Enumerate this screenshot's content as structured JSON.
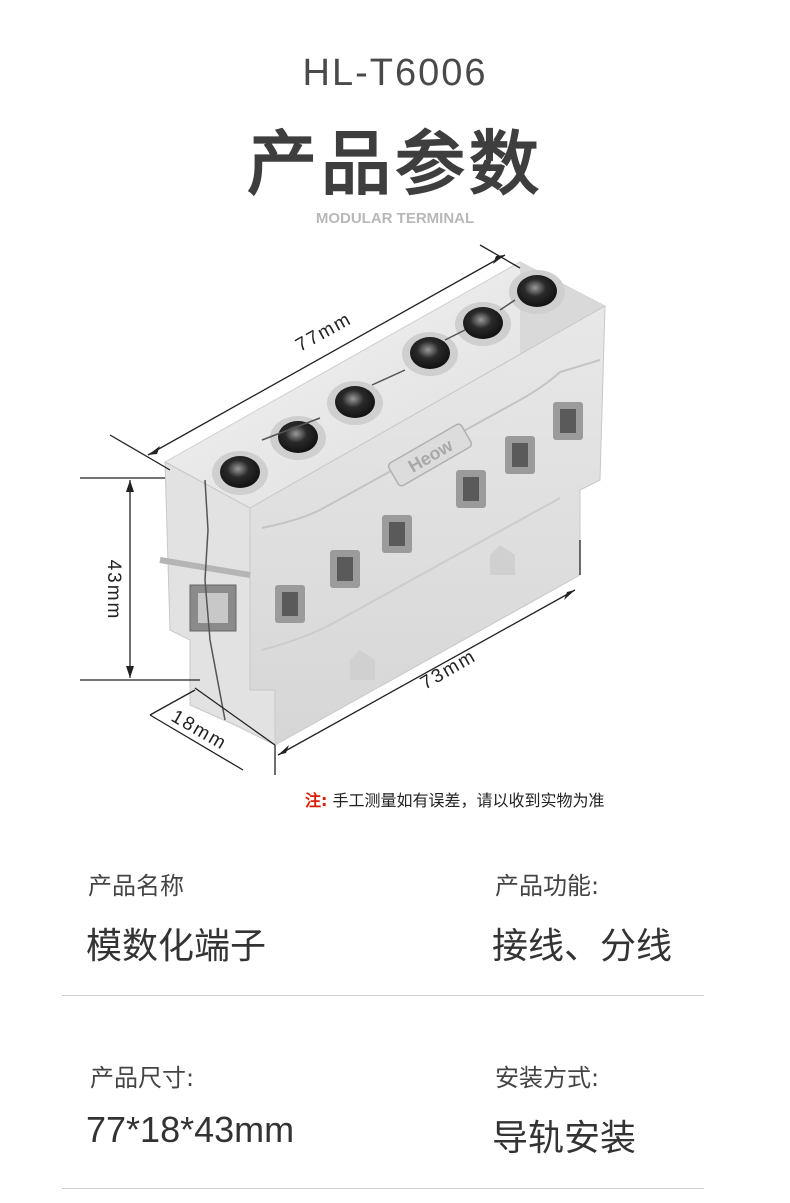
{
  "header": {
    "model": "HL-T6006",
    "title": "产品参数",
    "subtitle": "MODULAR TERMINAL"
  },
  "product": {
    "brand_mark": "Heow",
    "dimensions": {
      "length": "77mm",
      "height": "43mm",
      "width": "18mm",
      "rail_length": "73mm"
    }
  },
  "note": {
    "label": "注:",
    "text": "手工测量如有误差，请以收到实物为准"
  },
  "specs": {
    "name_label": "产品名称",
    "name_value": "模数化端子",
    "function_label": "产品功能:",
    "function_value": "接线、分线",
    "size_label": "产品尺寸:",
    "size_value": "77*18*43mm",
    "install_label": "安装方式:",
    "install_value": "导轨安装"
  },
  "colors": {
    "accent": "#d81e06",
    "body": "#e6e6e6",
    "divider": "#cfcfcf"
  }
}
